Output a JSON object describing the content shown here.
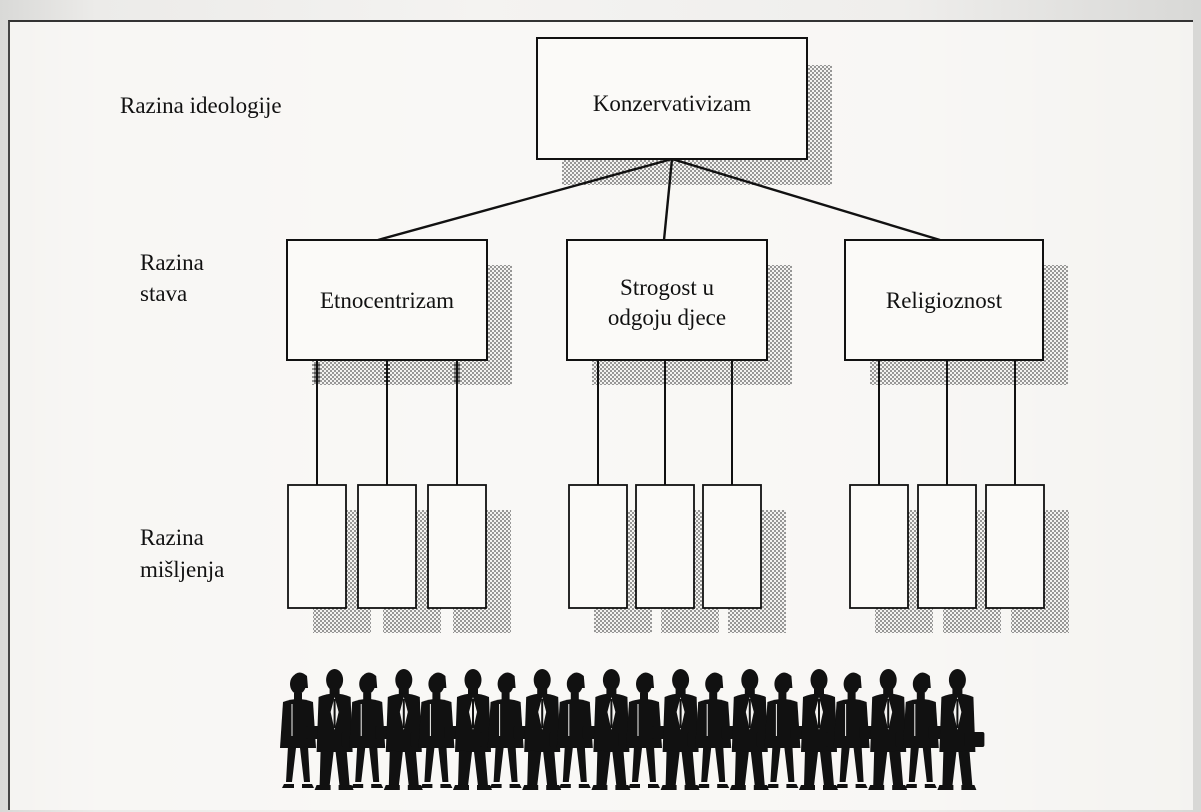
{
  "levels": {
    "ideology": "Razina ideologije",
    "attitudes_line1": "Razina",
    "attitudes_line2": "stava",
    "opinions_line1": "Razina",
    "opinions_line2": "mišljenja"
  },
  "top_node": "Konzervativizam",
  "attitudes": [
    {
      "line1": "Etnocentrizam",
      "line2": ""
    },
    {
      "line1": "Strogost u",
      "line2": "odgoju djece"
    },
    {
      "line1": "Religioznost",
      "line2": ""
    }
  ],
  "opinion_boxes_per_attitude": 3,
  "people_count": 20,
  "colors": {
    "ink": "#111111",
    "shadow_dot": "#555555",
    "paper": "#f4f3f1"
  }
}
